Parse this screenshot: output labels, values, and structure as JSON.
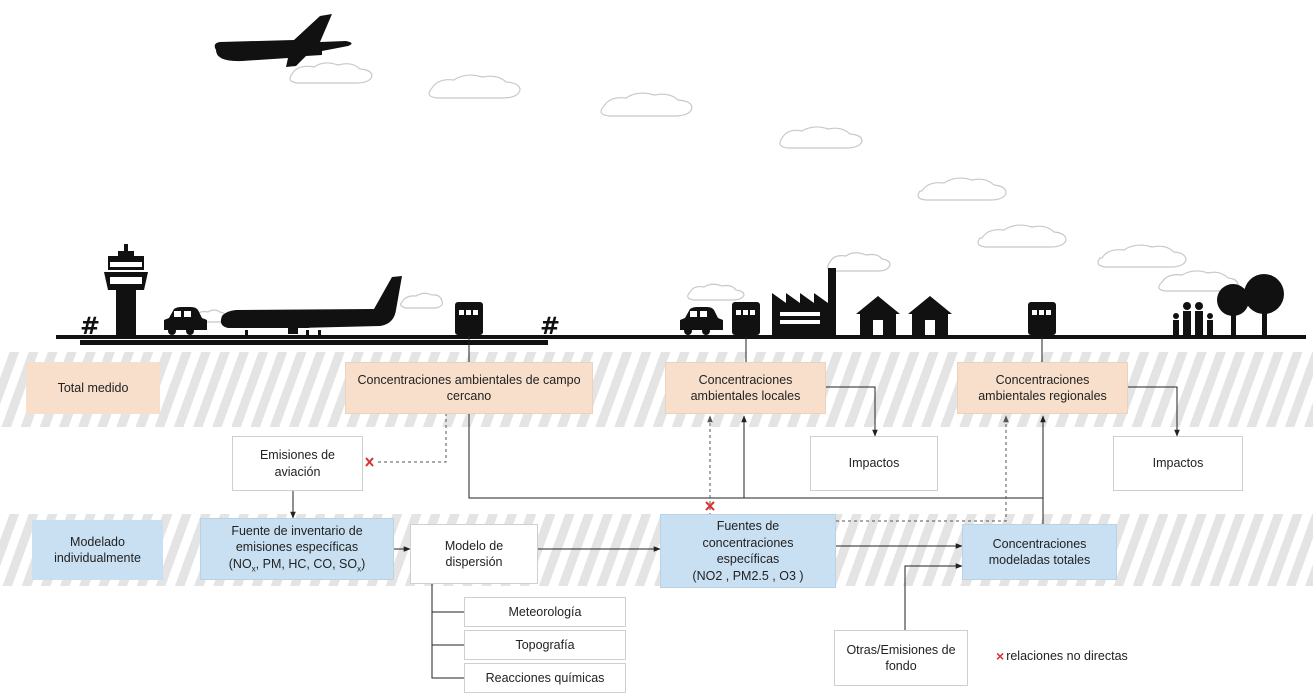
{
  "boxes": {
    "total_medido": "Total medido",
    "campo_cercano": "Concentraciones ambientales de campo cercano",
    "locales": "Concentraciones ambientales locales",
    "regionales": "Concentraciones ambientales regionales",
    "emisiones_aviacion": "Emisiones de aviación",
    "impactos_1": "Impactos",
    "impactos_2": "Impactos",
    "modelado_individual": "Modelado individualmente",
    "fuente_inventario": {
      "line1": "Fuente de inventario de",
      "line2": "emisiones específicas",
      "formula": [
        "(NO",
        "x",
        ", PM, HC, CO, SO",
        "x",
        ")"
      ]
    },
    "modelo_dispersion": "Modelo de dispersión",
    "fuentes_concentraciones": {
      "line1": "Fuentes de",
      "line2": "concentraciones",
      "line3": "específicas",
      "line4": "(NO2 , PM2.5 , O3 )"
    },
    "modeladas_totales": "Concentraciones modeladas totales",
    "meteorologia": "Meteorología",
    "topografia": "Topografía",
    "reacciones": "Reacciones químicas",
    "otras_emisiones": "Otras/Emisiones de fondo"
  },
  "legend": {
    "marker": "×",
    "label": "relaciones no directas"
  },
  "scene": {
    "runway_marks": [
      "#",
      "#"
    ]
  },
  "colors": {
    "measured_fill": "#f7dfcc",
    "modeled_fill": "#c9e0f2",
    "band_stripe": "#e4e4e4",
    "indirect_marker": "#d63333",
    "silhouette": "#111111",
    "cloud_stroke": "#c8c8c8"
  }
}
